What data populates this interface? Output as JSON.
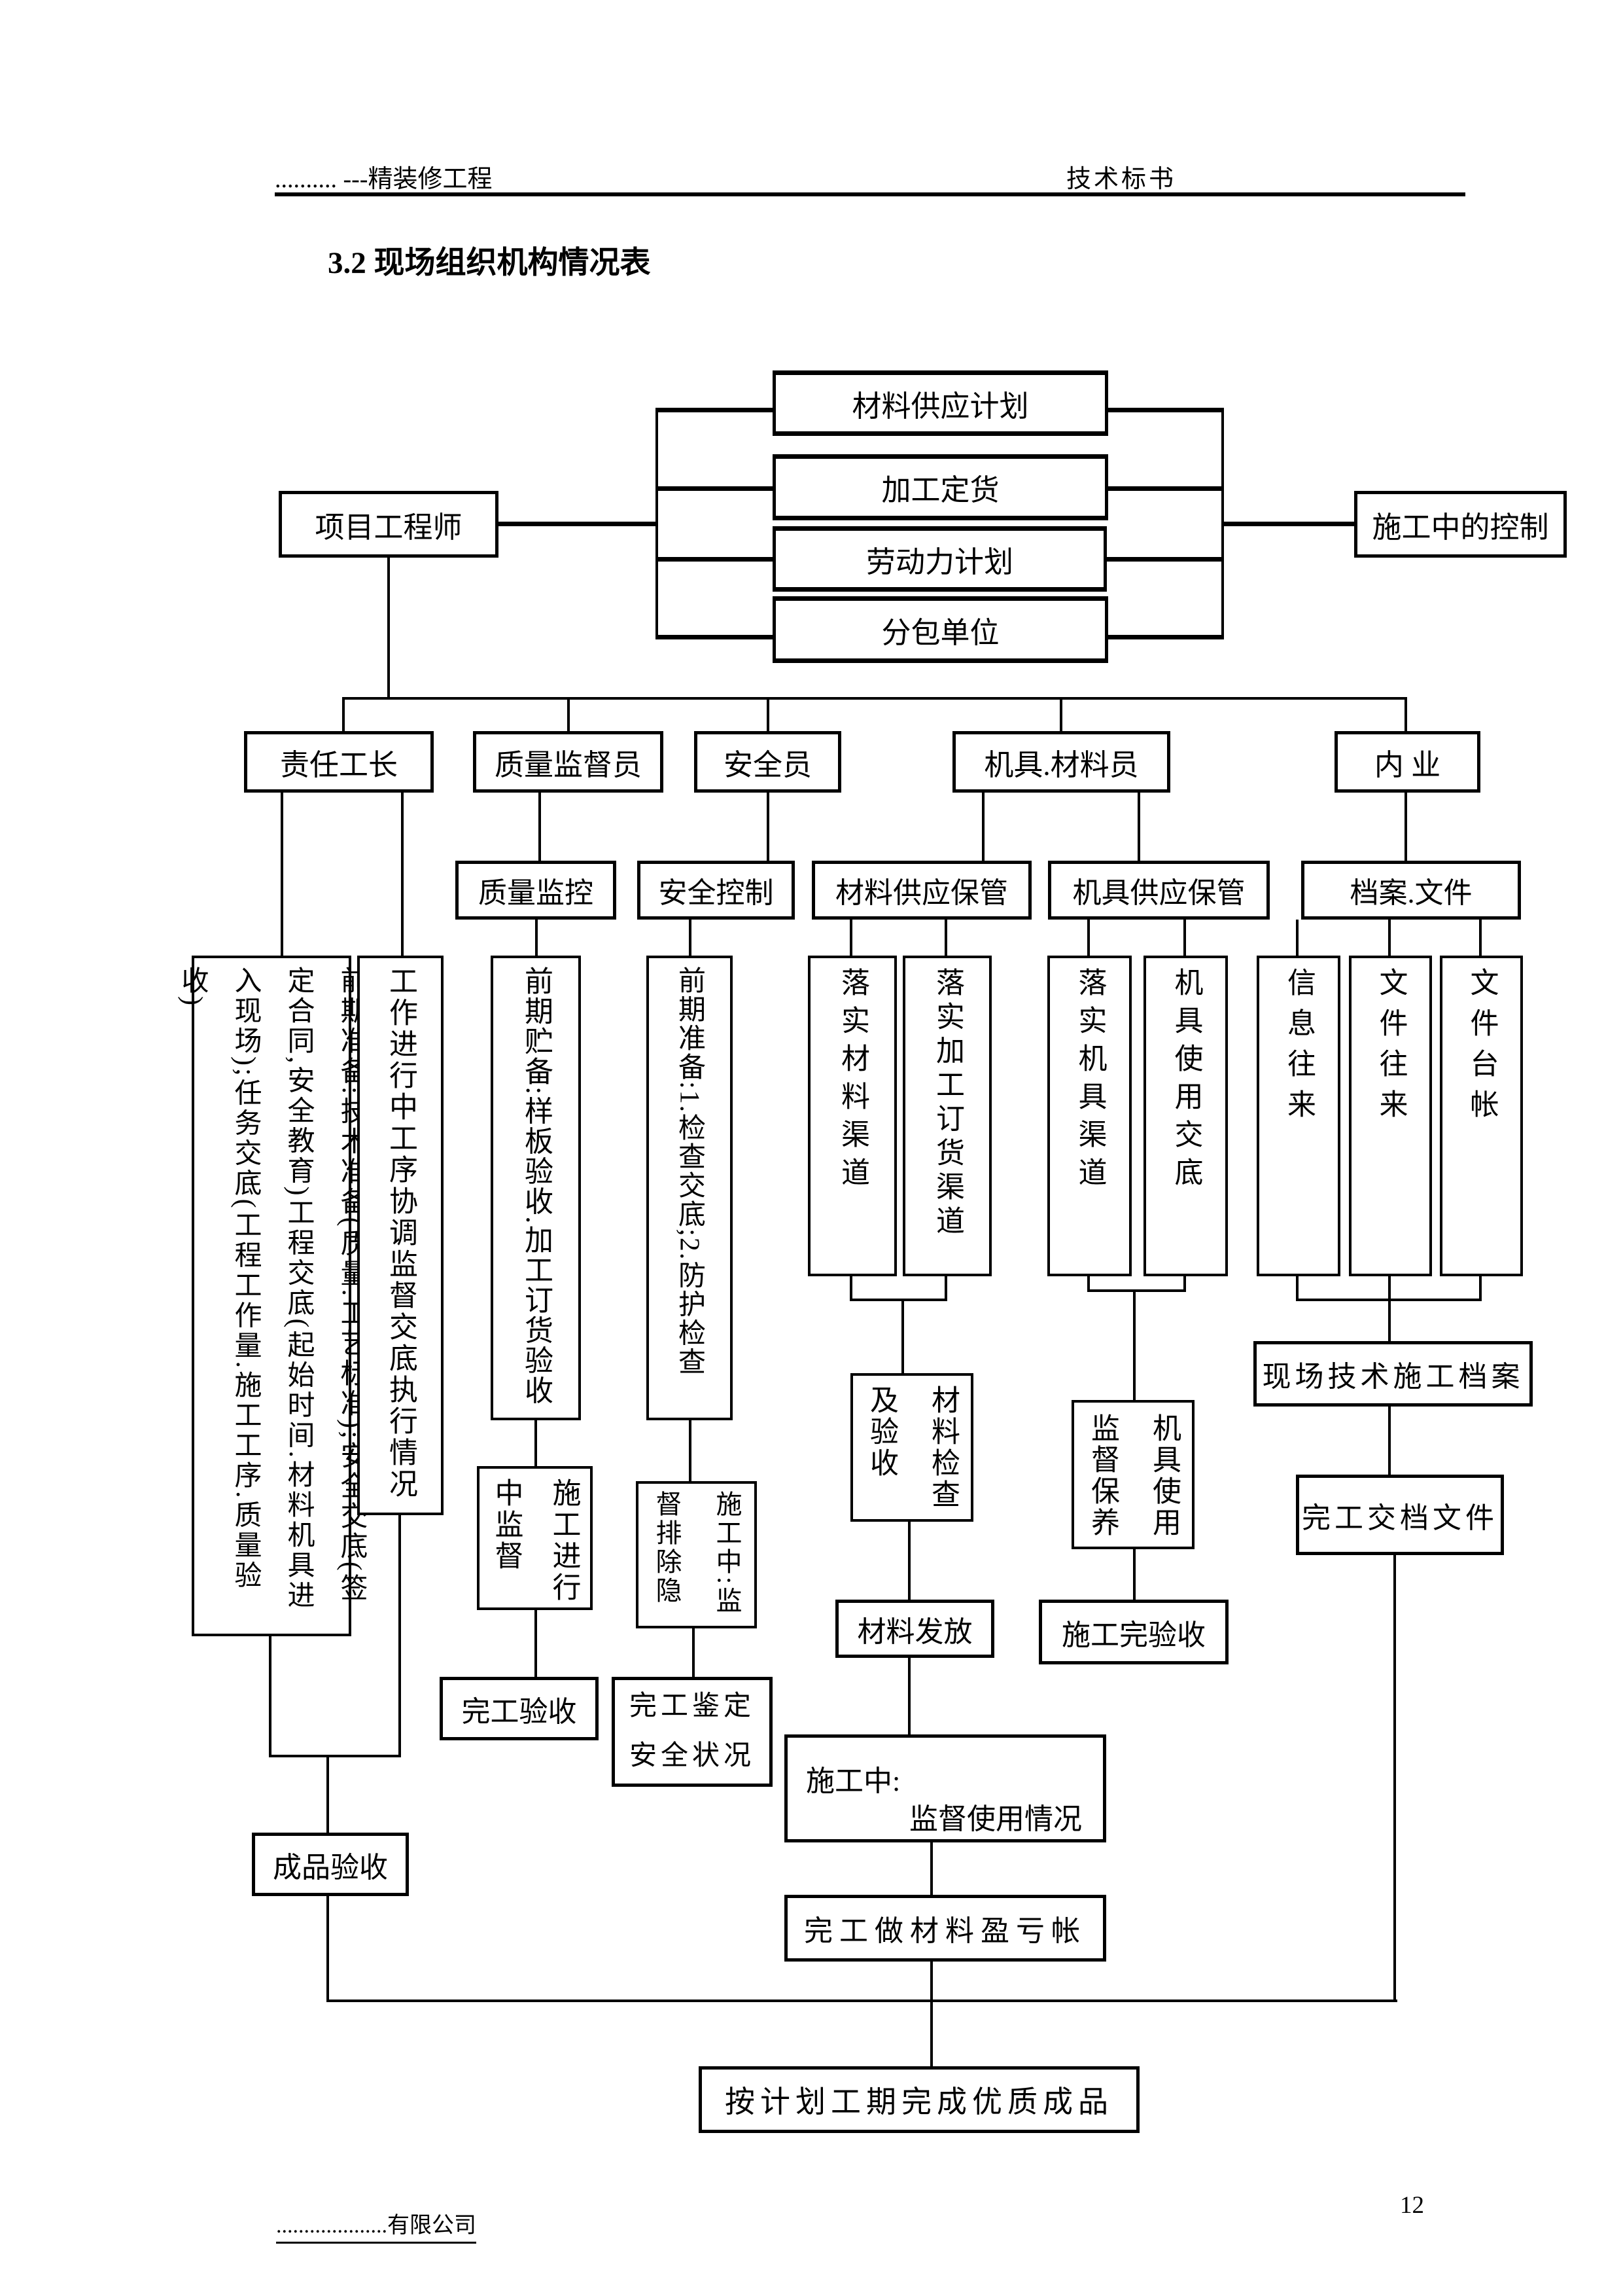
{
  "header": {
    "project": ".......... ---精装修工程",
    "doc_type": "技术标书"
  },
  "title": "3.2 现场组织机构情况表",
  "nodes": {
    "project_engineer": "项目工程师",
    "material_supply_plan": "材料供应计划",
    "processing_order": "加工定货",
    "labor_plan": "劳动力计划",
    "subcontractor": "分包单位",
    "construction_control": "施工中的控制",
    "foreman": "责任工长",
    "quality_supervisor": "质量监督员",
    "safety_officer": "安全员",
    "tools_material_clerk": "机具.材料员",
    "office_work": "内  业",
    "quality_monitor": "质量监控",
    "safety_control": "安全控制",
    "material_supply_storage": "材料供应保管",
    "tools_supply_storage": "机具供应保管",
    "archives_files": "档案.文件",
    "prep_brief": "前期准备:技术准备(质量.工艺标准);安全交底(签定合同,安全教育)工程交底(起始时间.材料机具进入现场);任务交底(工程工作量.施工工序.质量验收)",
    "work_coordination": "工作进行中工序协调监督交底执行情况",
    "early_storage": "前期贮备:样板验收.加工订货验收",
    "safety_prep": "前期准备:1.检查交底;2.防护检查",
    "implement_material_channel": "落实材料渠道",
    "implement_processing_channel": "落实加工订货渠道",
    "implement_tools_channel": "落实机具渠道",
    "tools_use_brief": "机具使用交底",
    "info_exchange": "信息往来",
    "document_exchange": "文件往来",
    "document_ledger": "文件台帐",
    "construction_supervise": "施工进行中监督",
    "hazard_removal": "施工中:监督排除隐",
    "material_check_accept": "材料检查及验收",
    "tools_use_maintain": "机具使用监督保养",
    "completion_accept": "完工验收",
    "completion_safety": "完工鉴定安全状况",
    "material_issue": "材料发放",
    "construction_complete_accept": "施工完验收",
    "site_tech_archive": "现场技术施工档案",
    "completion_file": "完工交档文件",
    "product_accept": "成品验收",
    "in_construction": {
      "line1": "施工中:",
      "line2": "监督使用情况"
    },
    "material_balance": "完工做材料盈亏帐",
    "final_goal": "按计划工期完成优质成品"
  },
  "footer": {
    "company": "....................有限公司",
    "page": "12"
  }
}
